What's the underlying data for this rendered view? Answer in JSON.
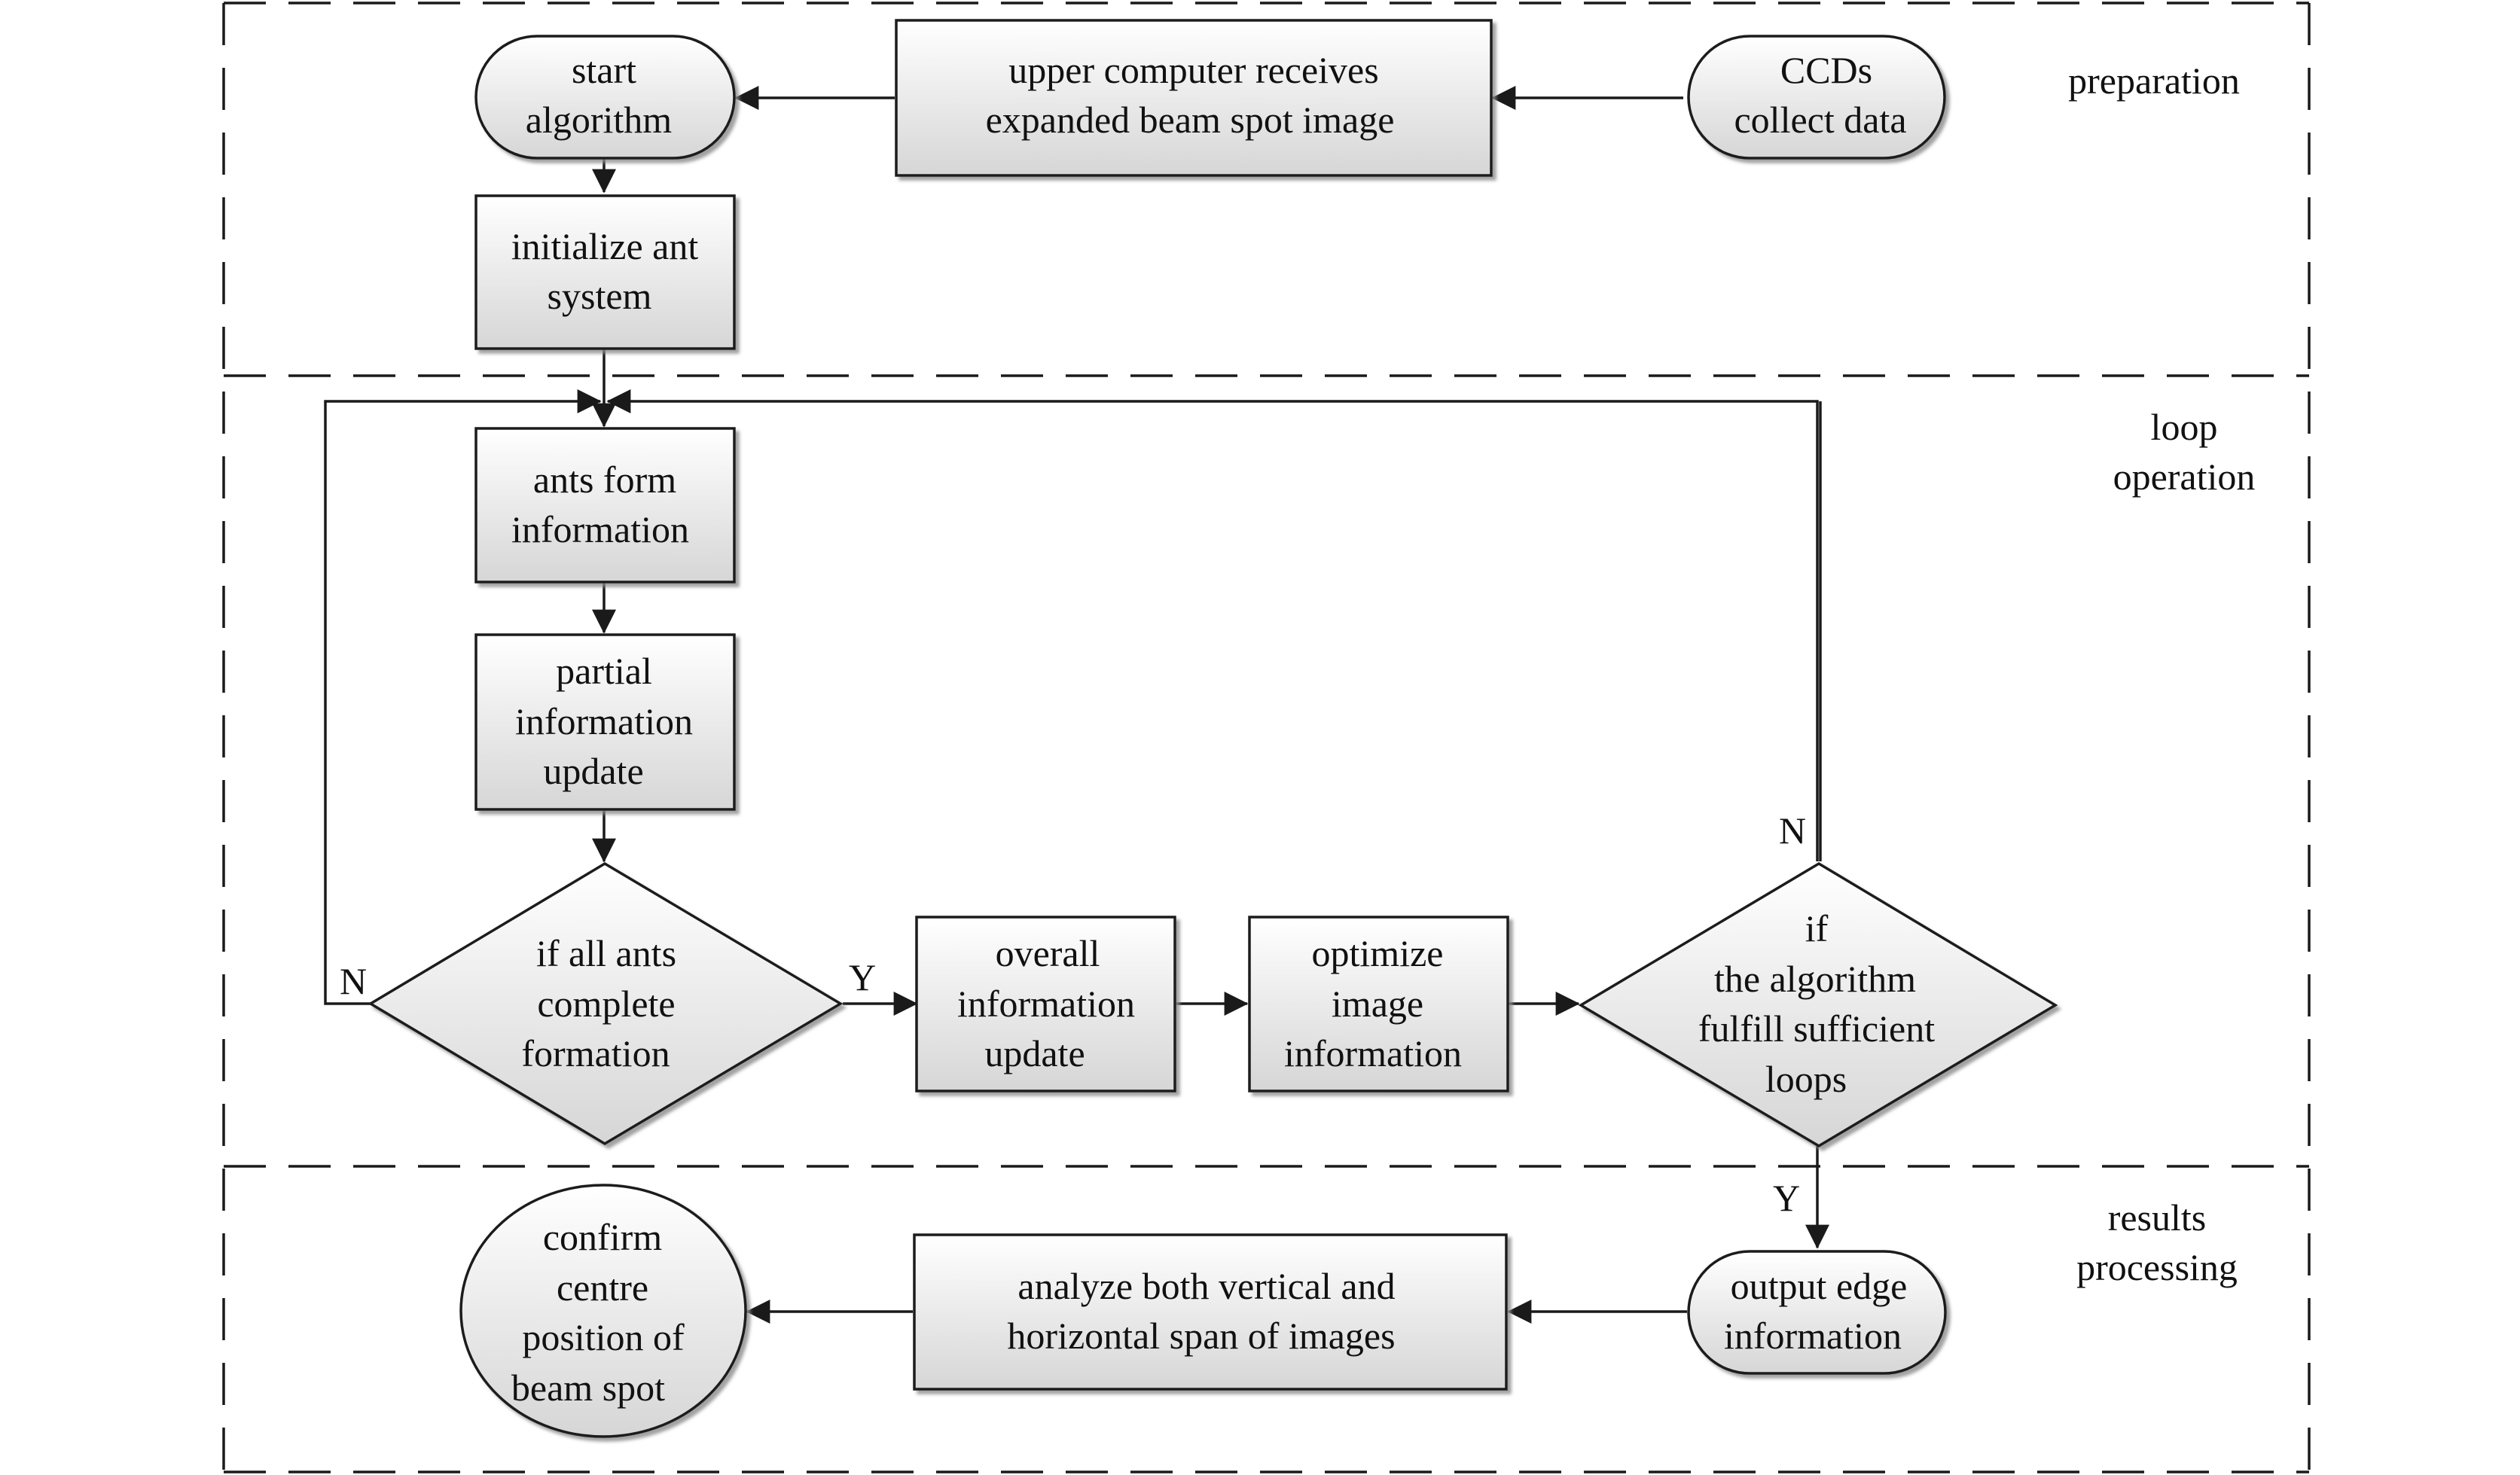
{
  "sections": {
    "preparation": "preparation",
    "loop_line1": "loop",
    "loop_line2": "operation",
    "results_line1": "results",
    "results_line2": "processing"
  },
  "nodes": {
    "start": [
      "start",
      "algorithm"
    ],
    "upper_computer": [
      "upper computer receives",
      "expanded beam spot image"
    ],
    "ccds": [
      "CCDs",
      "collect data"
    ],
    "init": [
      "initialize ant",
      "system"
    ],
    "ants_form": [
      "ants form",
      "information"
    ],
    "partial_update": [
      "partial",
      "information",
      "update"
    ],
    "all_ants_decision": [
      "if all ants",
      "complete",
      "formation"
    ],
    "overall_update": [
      "overall",
      "information",
      "update"
    ],
    "optimize": [
      "optimize",
      "image",
      "information"
    ],
    "loops_decision": [
      "if",
      "the algorithm",
      "fulfill sufficient",
      "loops"
    ],
    "output_edge": [
      "output edge",
      "information"
    ],
    "analyze": [
      "analyze both vertical and",
      "horizontal span of images"
    ],
    "confirm": [
      "confirm",
      "centre",
      "position of",
      "beam spot"
    ]
  },
  "edge_labels": {
    "all_ants_no": "N",
    "all_ants_yes": "Y",
    "loops_no": "N",
    "loops_yes": "Y"
  },
  "colors": {
    "box_fill_top": "#ffffff",
    "box_fill_bottom": "#d9d9d9",
    "line": "#1a1a1a",
    "shadow": "#9a9a9a"
  }
}
